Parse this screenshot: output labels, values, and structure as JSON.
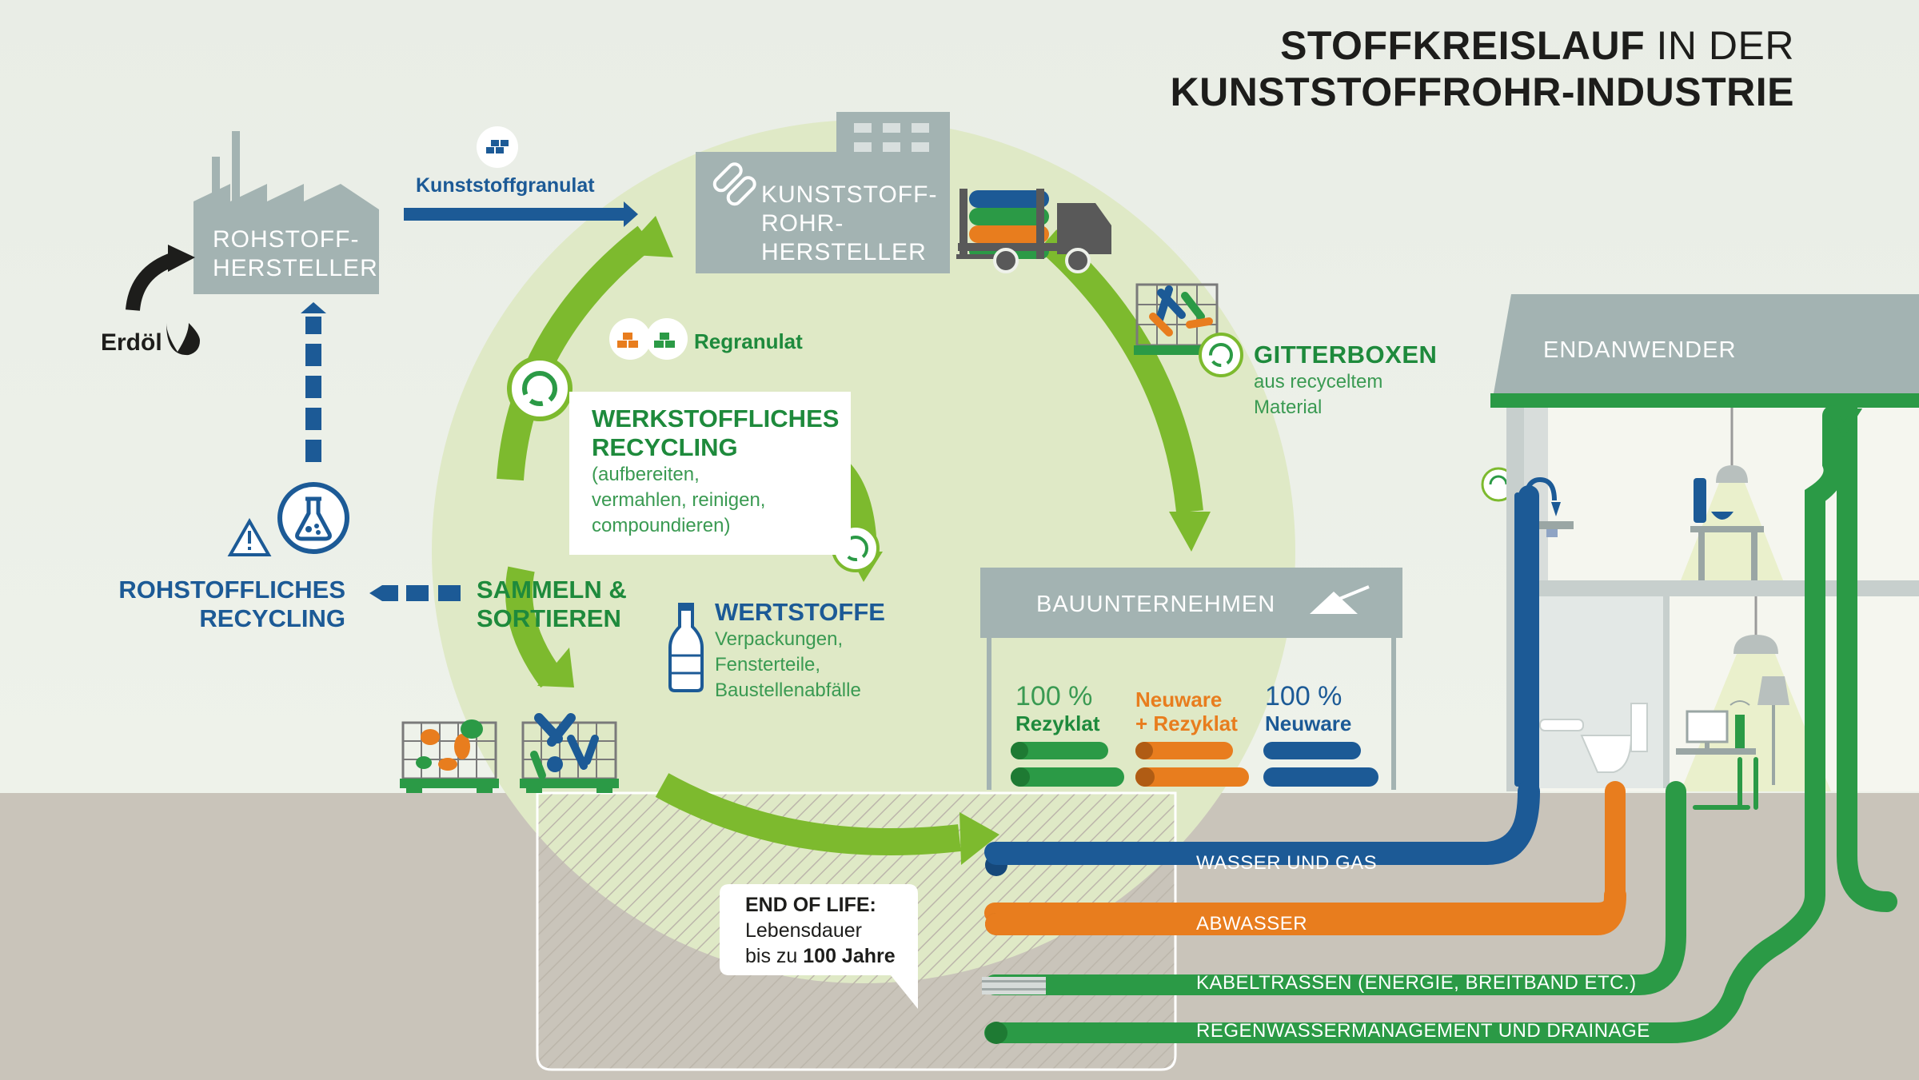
{
  "title": {
    "bold1": "STOFFKREISLAUF",
    "light": " IN DER",
    "bold2": "KUNSTSTOFFROHR-INDUSTRIE"
  },
  "rohstoffhersteller": {
    "line1": "ROHSTOFF-",
    "line2": "HERSTELLER"
  },
  "erdoel": "Erdöl",
  "kunststoffgranulat": "Kunststoffgranulat",
  "rohrhersteller": {
    "line1": "KUNSTSTOFF-",
    "line2": "ROHR-",
    "line3": "HERSTELLER"
  },
  "regranulat": "Regranulat",
  "gitterboxen": {
    "title": "GITTERBOXEN",
    "line1": "aus recyceltem",
    "line2": "Material"
  },
  "werkstoffliches": {
    "title1": "WERKSTOFFLICHES",
    "title2": "RECYCLING",
    "line1": "(aufbereiten,",
    "line2": "vermahlen, reinigen,",
    "line3": "compoundieren)"
  },
  "rohstoffliches": {
    "line1": "ROHSTOFFLICHES",
    "line2": "RECYCLING"
  },
  "sammeln": {
    "line1": "SAMMELN &",
    "line2": "SORTIEREN"
  },
  "wertstoffe": {
    "title": "WERTSTOFFE",
    "line1": "Verpackungen,",
    "line2": "Fensterteile,",
    "line3": "Baustellenabfälle"
  },
  "bauunternehmen": "BAUUNTERNEHMEN",
  "pipe_types": [
    {
      "top": "100 %",
      "bottom": "Rezyklat"
    },
    {
      "top": "Neuware",
      "bottom": "+ Rezyklat"
    },
    {
      "top": "100 %",
      "bottom": "Neuware"
    }
  ],
  "endanwender": "ENDANWENDER",
  "end_of_life": {
    "title": "END OF LIFE:",
    "line1": "Lebensdauer",
    "line2_prefix": "bis zu ",
    "line2_bold": "100 Jahre"
  },
  "pipelines": [
    "WASSER UND GAS",
    "ABWASSER",
    "KABELTRASSEN (ENERGIE, BREITBAND ETC.)",
    "REGENWASSERMANAGEMENT UND DRAINAGE"
  ],
  "colors": {
    "blue": "#1c5a96",
    "orange": "#e87d1e",
    "green": "#2b9a46",
    "arrow_green": "#7dba2e",
    "circle": "#dde8c4",
    "grey_box": "#9eb0b0",
    "ground": "#c9c4ba"
  },
  "icons": [
    "granulate-icon",
    "factory-icon",
    "truck-icon",
    "recycle-icon",
    "flask-icon",
    "warning-icon",
    "bottle-icon",
    "drop-icon",
    "crane-icon",
    "lamp-icon",
    "tap-icon",
    "toilet-icon",
    "monitor-icon"
  ]
}
